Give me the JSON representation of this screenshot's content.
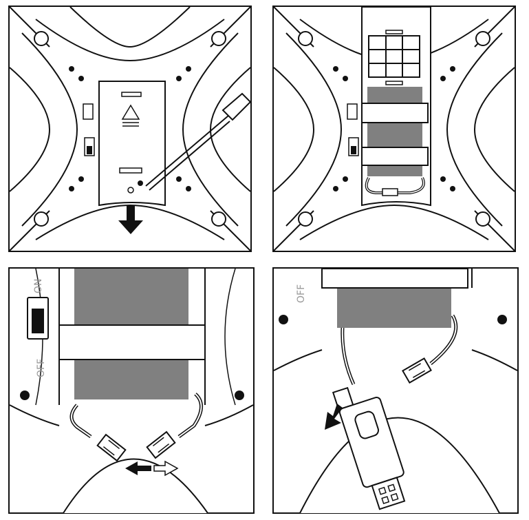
{
  "colors": {
    "stroke": "#111111",
    "battery": "#808080",
    "background": "#ffffff",
    "label": "#999999"
  },
  "panels": [
    {
      "id": "panel-1",
      "description_icons": [
        "screwdriver-icon",
        "screw-icon",
        "arrow-down-icon",
        "triangle-eject-icon"
      ]
    },
    {
      "id": "panel-2",
      "description_icons": [
        "battery-icon",
        "strap-icon",
        "connector-icon"
      ]
    },
    {
      "id": "panel-3",
      "description_icons": [
        "power-switch-icon",
        "arrow-left-icon",
        "arrow-right-outline-icon"
      ]
    },
    {
      "id": "panel-4",
      "description_icons": [
        "usb-charger-icon",
        "arrow-down-left-icon"
      ]
    }
  ],
  "labels": {
    "on": "ON",
    "off": "OFF"
  }
}
